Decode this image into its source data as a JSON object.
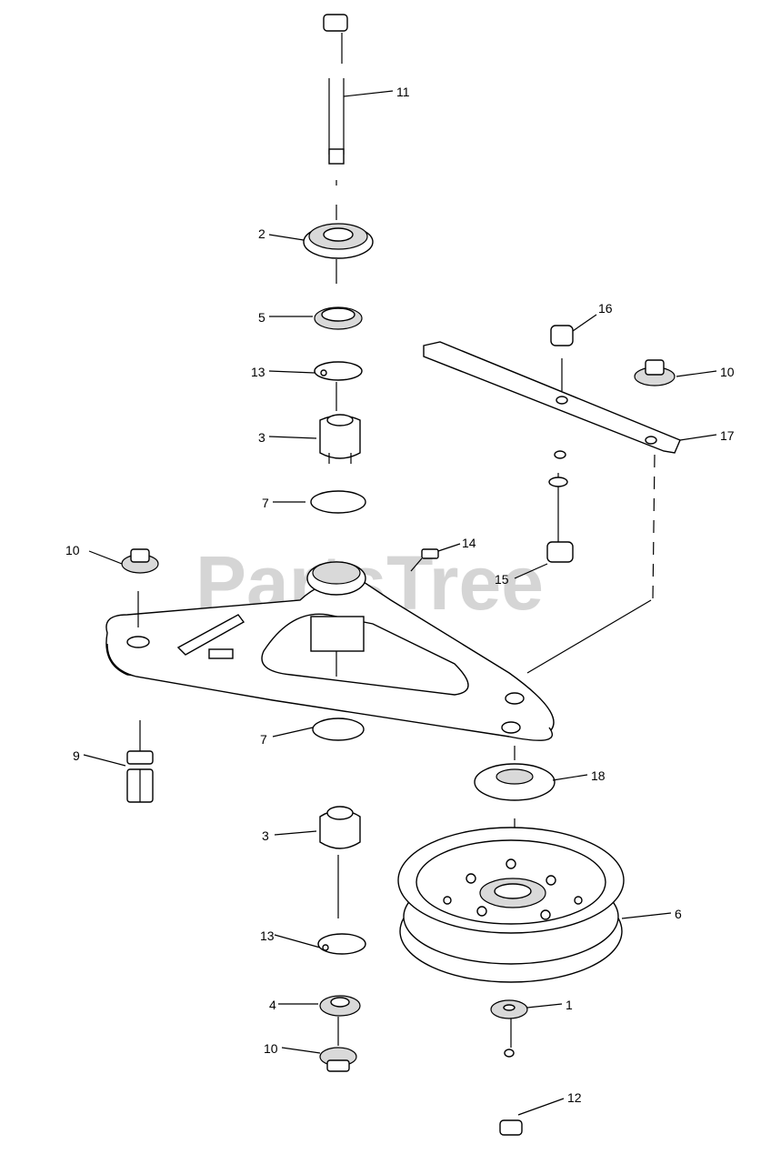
{
  "watermark": "PartsTree",
  "callouts": {
    "c1": "1",
    "c2": "2",
    "c3a": "3",
    "c3b": "3",
    "c4": "4",
    "c5": "5",
    "c6": "6",
    "c7a": "7",
    "c7b": "7",
    "c9": "9",
    "c10a": "10",
    "c10b": "10",
    "c10c": "10",
    "c11": "11",
    "c12": "12",
    "c13a": "13",
    "c13b": "13",
    "c14": "14",
    "c15": "15",
    "c16": "16",
    "c17": "17",
    "c18": "18"
  }
}
